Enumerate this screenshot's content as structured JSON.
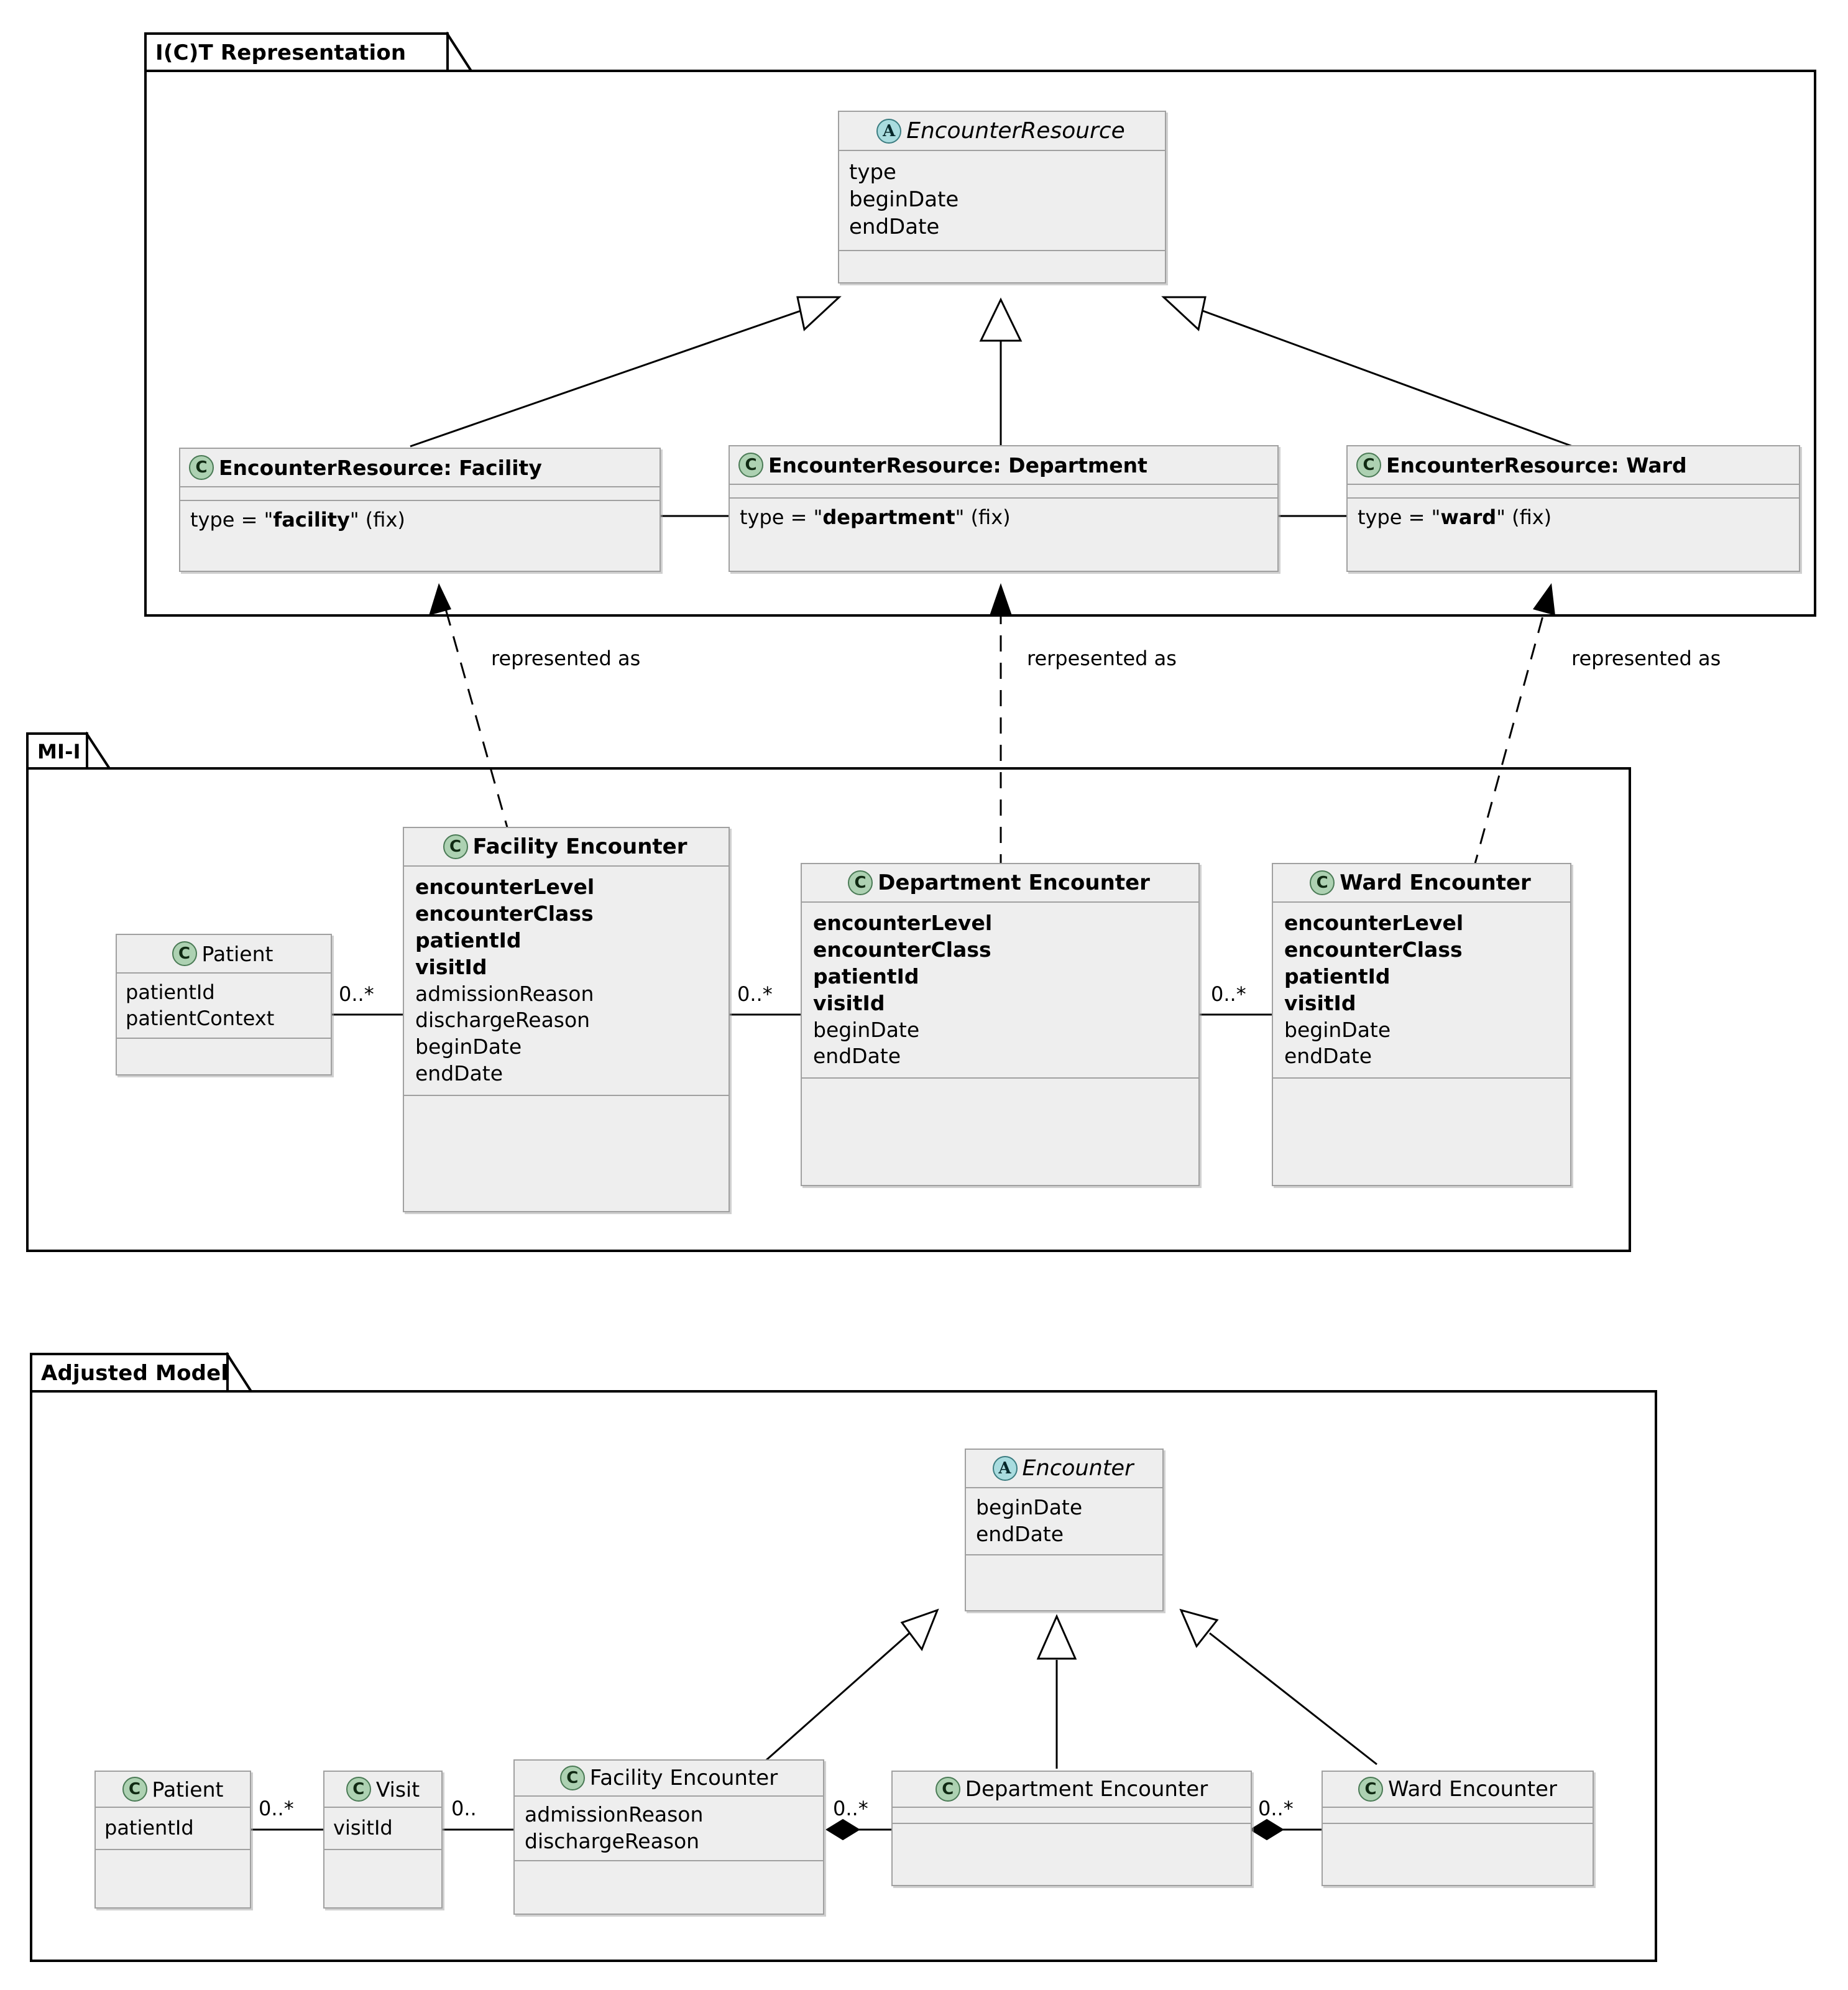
{
  "diagram": {
    "type": "uml-class-diagram",
    "packages": [
      {
        "id": "ict",
        "label": "I(C)T Representation"
      },
      {
        "id": "mii",
        "label": "MI-I"
      },
      {
        "id": "adjusted",
        "label": "Adjusted Model"
      }
    ]
  },
  "colors": {
    "class_stereotype_green": "#ADD1B2",
    "abstract_stereotype_blue": "#A9DCDF",
    "class_fill": "#EEEEEE",
    "class_border": "#A0A0A0",
    "package_border": "#000000",
    "text": "#000000"
  },
  "icons": {
    "class_glyph": "C",
    "abstract_glyph": "A"
  },
  "ict": {
    "abstract_class": {
      "stereotype": "A",
      "name": "EncounterResource",
      "attributes": [
        "type",
        "beginDate",
        "endDate"
      ]
    },
    "subclasses": [
      {
        "stereotype": "C",
        "name": "EncounterResource: Facility",
        "attr_prefix": "type = \"",
        "attr_value": "facility",
        "attr_suffix": "\" (fix)"
      },
      {
        "stereotype": "C",
        "name": "EncounterResource: Department",
        "attr_prefix": "type = \"",
        "attr_value": "department",
        "attr_suffix": "\" (fix)"
      },
      {
        "stereotype": "C",
        "name": "EncounterResource: Ward",
        "attr_prefix": "type = \"",
        "attr_value": "ward",
        "attr_suffix": "\" (fix)"
      }
    ]
  },
  "realization_labels": [
    {
      "text": "represented as"
    },
    {
      "text": "rerpesented as"
    },
    {
      "text": "represented as"
    }
  ],
  "mii": {
    "classes": [
      {
        "stereotype": "C",
        "name": "Patient",
        "bold_title": false,
        "attributes": [
          {
            "text": "patientId",
            "bold": false
          },
          {
            "text": "patientContext",
            "bold": false
          }
        ]
      },
      {
        "stereotype": "C",
        "name": "Facility Encounter",
        "bold_title": true,
        "attributes": [
          {
            "text": "encounterLevel",
            "bold": true
          },
          {
            "text": "encounterClass",
            "bold": true
          },
          {
            "text": "patientId",
            "bold": true
          },
          {
            "text": "visitId",
            "bold": true
          },
          {
            "text": "admissionReason",
            "bold": false
          },
          {
            "text": "dischargeReason",
            "bold": false
          },
          {
            "text": "beginDate",
            "bold": false
          },
          {
            "text": "endDate",
            "bold": false
          }
        ]
      },
      {
        "stereotype": "C",
        "name": "Department Encounter",
        "bold_title": true,
        "attributes": [
          {
            "text": "encounterLevel",
            "bold": true
          },
          {
            "text": "encounterClass",
            "bold": true
          },
          {
            "text": "patientId",
            "bold": true
          },
          {
            "text": "visitId",
            "bold": true
          },
          {
            "text": "beginDate",
            "bold": false
          },
          {
            "text": "endDate",
            "bold": false
          }
        ]
      },
      {
        "stereotype": "C",
        "name": "Ward Encounter",
        "bold_title": true,
        "attributes": [
          {
            "text": "encounterLevel",
            "bold": true
          },
          {
            "text": "encounterClass",
            "bold": true
          },
          {
            "text": "patientId",
            "bold": true
          },
          {
            "text": "visitId",
            "bold": true
          },
          {
            "text": "beginDate",
            "bold": false
          },
          {
            "text": "endDate",
            "bold": false
          }
        ]
      }
    ],
    "multiplicities": [
      "0..*",
      "0..*",
      "0..*"
    ]
  },
  "adjusted": {
    "abstract_class": {
      "stereotype": "A",
      "name": "Encounter",
      "attributes": [
        "beginDate",
        "endDate"
      ]
    },
    "classes": [
      {
        "stereotype": "C",
        "name": "Patient",
        "attributes": [
          "patientId"
        ]
      },
      {
        "stereotype": "C",
        "name": "Visit",
        "attributes": [
          "visitId"
        ]
      },
      {
        "stereotype": "C",
        "name": "Facility Encounter",
        "attributes": [
          "admissionReason",
          "dischargeReason"
        ]
      },
      {
        "stereotype": "C",
        "name": "Department Encounter",
        "attributes": []
      },
      {
        "stereotype": "C",
        "name": "Ward Encounter",
        "attributes": []
      }
    ],
    "multiplicities": [
      "0..*",
      "0..",
      "0..*",
      "0..*"
    ]
  }
}
